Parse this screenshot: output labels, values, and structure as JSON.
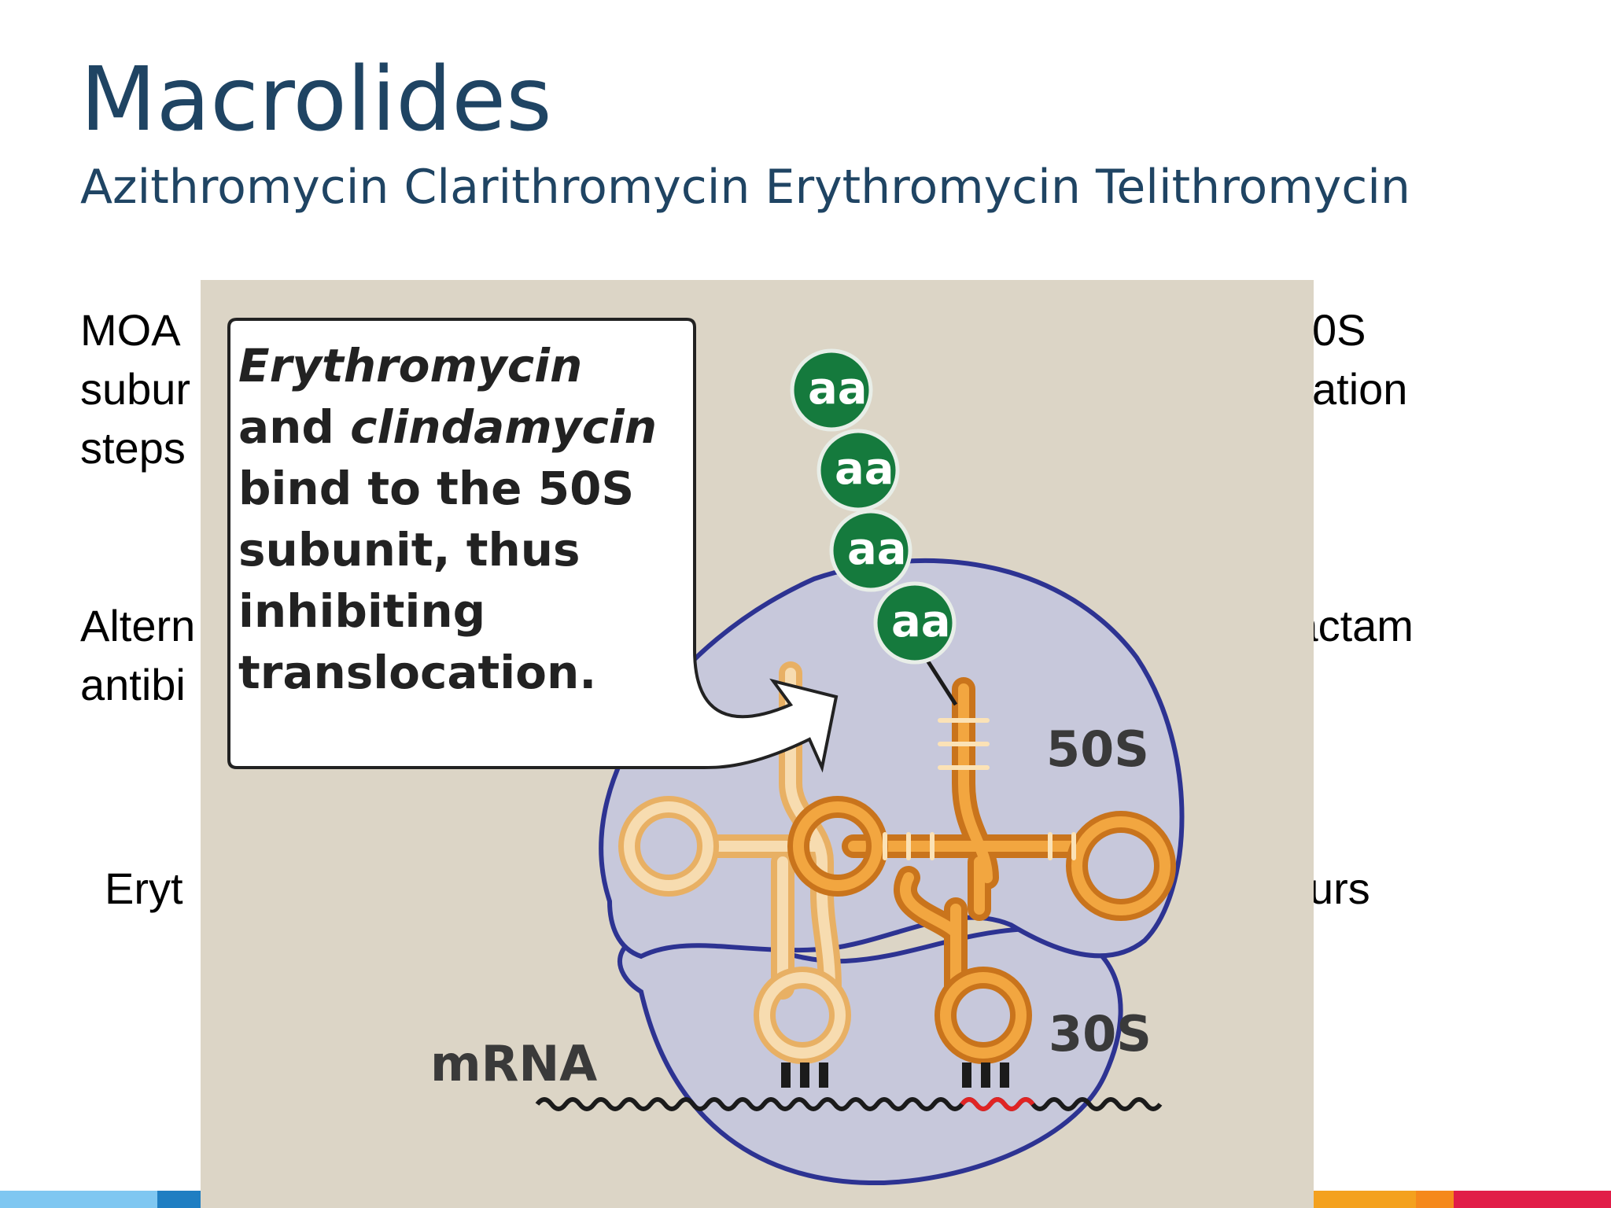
{
  "slide": {
    "title": "Macrolides",
    "subtitle": "Azithromycin Clarithromycin Erythromycin Telithromycin",
    "body": {
      "left_lines": [
        "MOA",
        "subur",
        "steps"
      ],
      "right_lines": [
        "0S",
        "ation"
      ],
      "alt_left_lines": [
        "Altern",
        "antibi"
      ],
      "alt_right_lines": [
        "lactam"
      ],
      "eryt_left": "Eryt",
      "eryt_right": "urs"
    }
  },
  "figure": {
    "callout": {
      "line1": "Erythromycin",
      "line2_plain": "and ",
      "line2_italic": "clindamycin",
      "line3": "bind to the 50S",
      "line4": "subunit, thus",
      "line5": "inhibiting",
      "line6": "translocation."
    },
    "amino_acid_label": "aa",
    "label_50s": "50S",
    "label_30s": "30S",
    "label_mrna": "mRNA"
  },
  "colors": {
    "title": "#1f4463",
    "figure_bg": "#dcd5c6",
    "ribosome_fill": "#c7c8db",
    "ribosome_stroke": "#2d3392",
    "aa_green": "#157a3d",
    "trna_light": "#f2c277",
    "trna_dark": "#e8952c",
    "stripe": [
      "#7fc7f1",
      "#1f7ec2",
      "#1f5fa0",
      "#f4a11e",
      "#f5891c",
      "#e11d48"
    ]
  }
}
